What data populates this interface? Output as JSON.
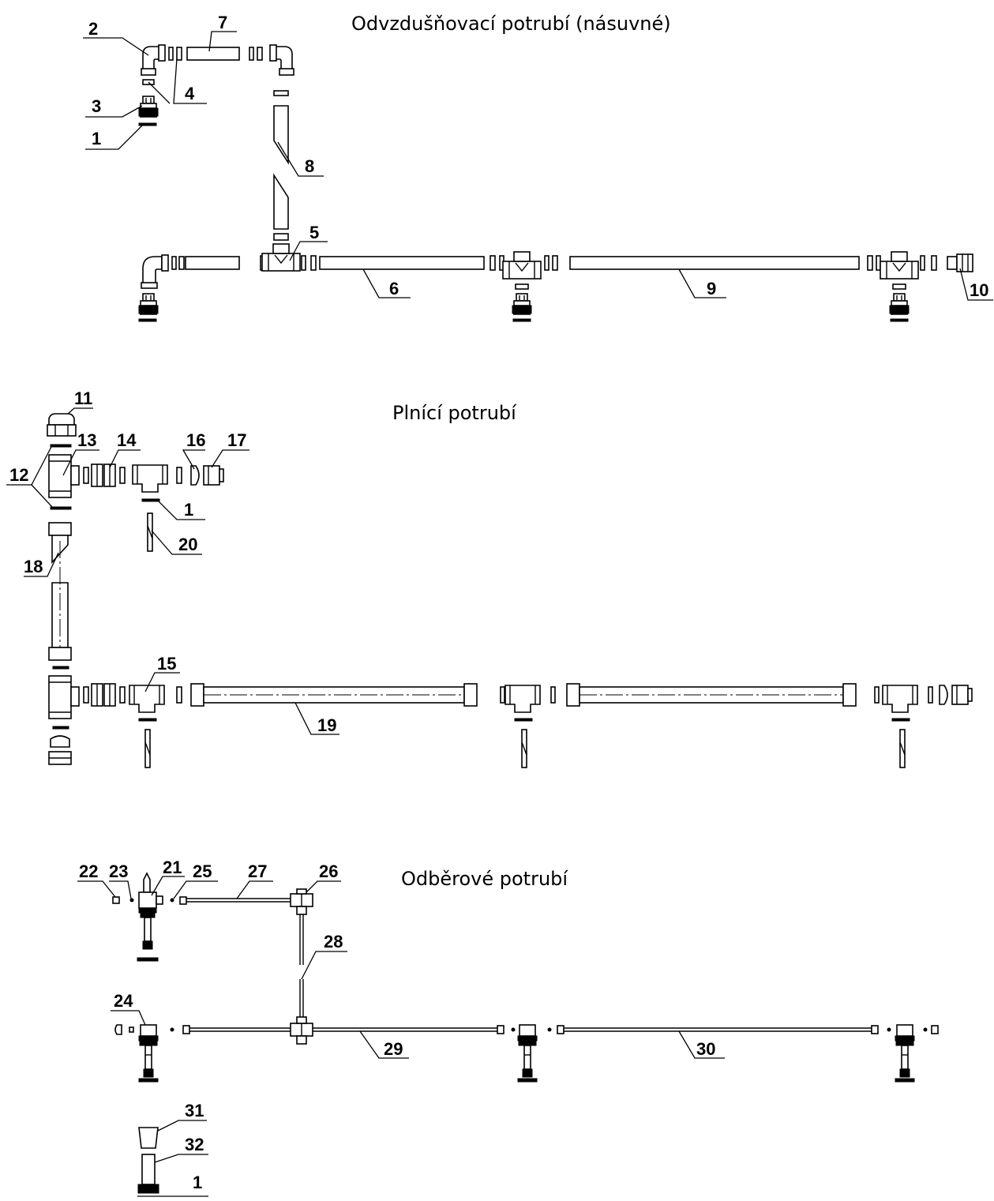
{
  "sections": [
    {
      "id": "venting",
      "title": "Odvzdušňovací potrubí (násuvné)"
    },
    {
      "id": "filling",
      "title": "Plnící potrubí"
    },
    {
      "id": "sampling",
      "title": "Odběrové potrubí"
    }
  ],
  "callouts": {
    "c1a": "1",
    "c2": "2",
    "c3": "3",
    "c4": "4",
    "c5": "5",
    "c6": "6",
    "c7": "7",
    "c8": "8",
    "c9": "9",
    "c10": "10",
    "c11": "11",
    "c12": "12",
    "c13": "13",
    "c14": "14",
    "c15": "15",
    "c16": "16",
    "c17": "17",
    "c18": "18",
    "c19": "19",
    "c20": "20",
    "c1b": "1",
    "c21": "21",
    "c22": "22",
    "c23": "23",
    "c24": "24",
    "c25": "25",
    "c26": "26",
    "c27": "27",
    "c28": "28",
    "c29": "29",
    "c30": "30",
    "c31": "31",
    "c32": "32",
    "c1c": "1"
  }
}
